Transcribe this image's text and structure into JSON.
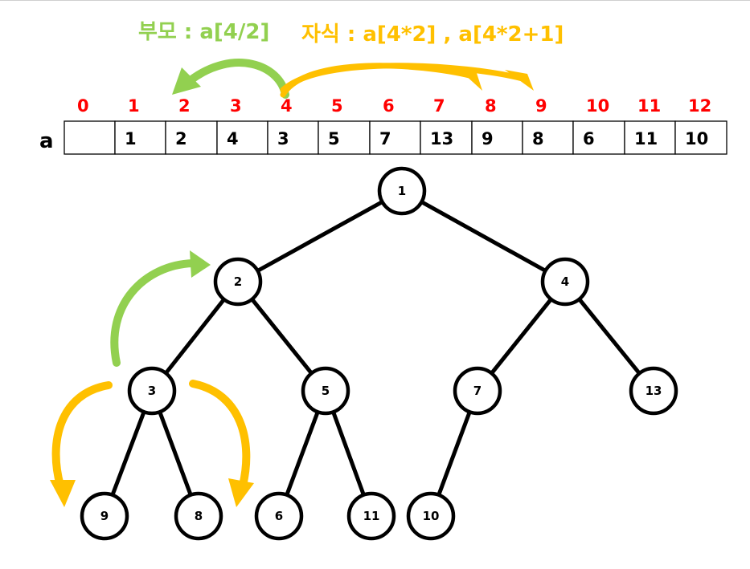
{
  "colors": {
    "parent_arrow": "#92d050",
    "child_arrow": "#ffc000",
    "index_text": "#ff0000",
    "line": "#000000"
  },
  "formula": {
    "parent": "부모 : a[4/2]",
    "child": "자식 : a[4*2] , a[4*2+1]"
  },
  "array": {
    "name": "a",
    "indices": [
      "0",
      "1",
      "2",
      "3",
      "4",
      "5",
      "6",
      "7",
      "8",
      "9",
      "10",
      "11",
      "12"
    ],
    "values": [
      "",
      "1",
      "2",
      "4",
      "3",
      "5",
      "7",
      "13",
      "9",
      "8",
      "6",
      "11",
      "10"
    ]
  },
  "tree": {
    "nodes": [
      {
        "index": 1,
        "label": "1"
      },
      {
        "index": 2,
        "label": "2"
      },
      {
        "index": 3,
        "label": "4"
      },
      {
        "index": 4,
        "label": "3"
      },
      {
        "index": 5,
        "label": "5"
      },
      {
        "index": 6,
        "label": "7"
      },
      {
        "index": 7,
        "label": "13"
      },
      {
        "index": 8,
        "label": "9"
      },
      {
        "index": 9,
        "label": "8"
      },
      {
        "index": 10,
        "label": "6"
      },
      {
        "index": 11,
        "label": "11"
      },
      {
        "index": 12,
        "label": "10"
      }
    ],
    "edges": [
      [
        1,
        2
      ],
      [
        1,
        3
      ],
      [
        2,
        4
      ],
      [
        2,
        5
      ],
      [
        3,
        6
      ],
      [
        3,
        7
      ],
      [
        4,
        8
      ],
      [
        4,
        9
      ],
      [
        5,
        10
      ],
      [
        5,
        11
      ],
      [
        6,
        12
      ]
    ]
  }
}
